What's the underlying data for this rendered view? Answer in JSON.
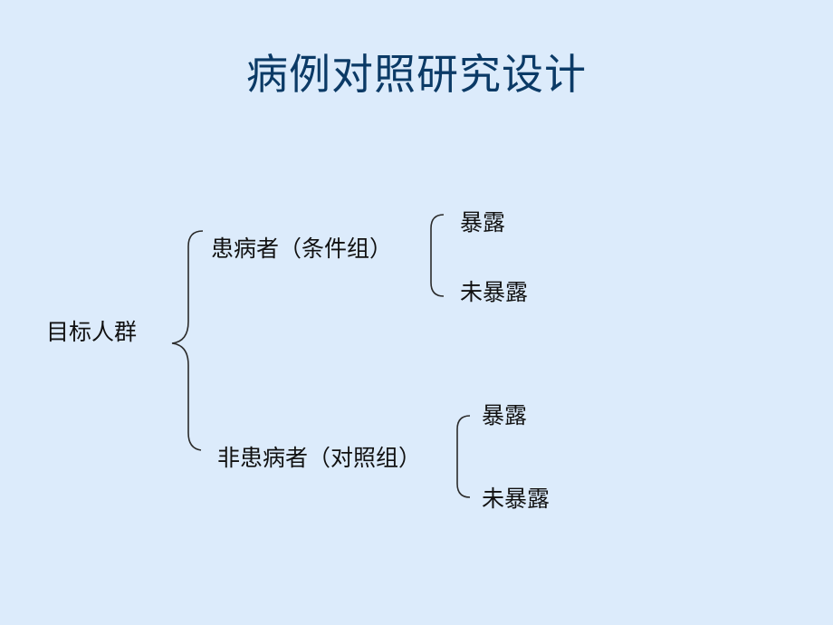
{
  "slide": {
    "title": "病例对照研究设计"
  },
  "diagram": {
    "root": "目标人群",
    "case_group": {
      "label": "患病者（条件组）",
      "exposed": "暴露",
      "unexposed": "未暴露"
    },
    "control_group": {
      "label": "非患病者（对照组）",
      "exposed": "暴露",
      "unexposed": "未暴露"
    }
  }
}
